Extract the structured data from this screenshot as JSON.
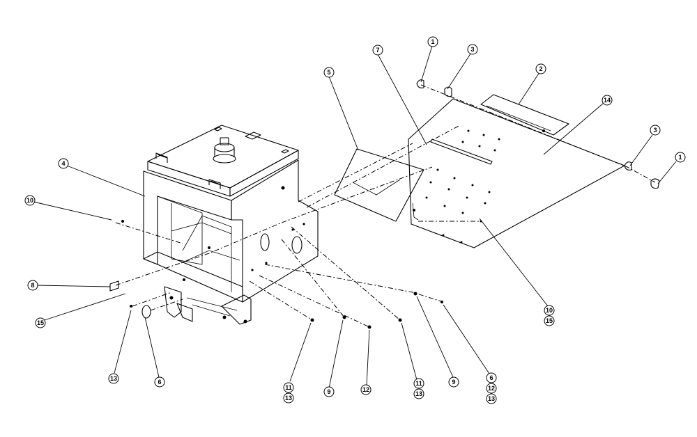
{
  "diagram": {
    "callouts": [
      {
        "id": "c1a",
        "labels": [
          "1"
        ]
      },
      {
        "id": "c3a",
        "labels": [
          "3"
        ]
      },
      {
        "id": "c7",
        "labels": [
          "7"
        ]
      },
      {
        "id": "c2",
        "labels": [
          "2"
        ]
      },
      {
        "id": "c14",
        "labels": [
          "14"
        ]
      },
      {
        "id": "c5",
        "labels": [
          "5"
        ]
      },
      {
        "id": "c3b",
        "labels": [
          "3"
        ]
      },
      {
        "id": "c1b",
        "labels": [
          "1"
        ]
      },
      {
        "id": "c4",
        "labels": [
          "4"
        ]
      },
      {
        "id": "c10a",
        "labels": [
          "10"
        ]
      },
      {
        "id": "c8",
        "labels": [
          "8"
        ]
      },
      {
        "id": "c15",
        "labels": [
          "15"
        ]
      },
      {
        "id": "c13",
        "labels": [
          "13"
        ]
      },
      {
        "id": "c6a",
        "labels": [
          "6"
        ]
      },
      {
        "id": "c11a",
        "labels": [
          "11",
          "13"
        ]
      },
      {
        "id": "c9a",
        "labels": [
          "9"
        ]
      },
      {
        "id": "c12",
        "labels": [
          "12"
        ]
      },
      {
        "id": "c11b",
        "labels": [
          "11",
          "13"
        ]
      },
      {
        "id": "c9b",
        "labels": [
          "9"
        ]
      },
      {
        "id": "c6b",
        "labels": [
          "6",
          "12",
          "13"
        ]
      },
      {
        "id": "c10b",
        "labels": [
          "10",
          "15"
        ]
      }
    ]
  }
}
